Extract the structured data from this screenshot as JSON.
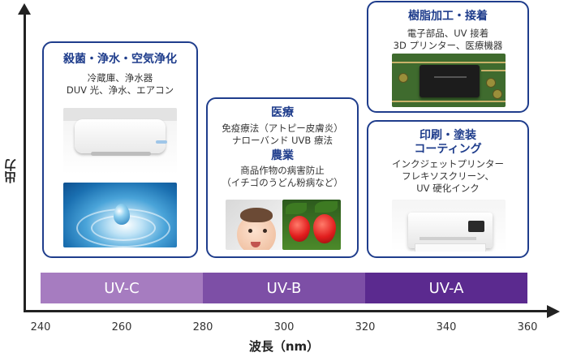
{
  "axes": {
    "ylabel": "出力",
    "xlabel": "波長（nm）",
    "ticks": [
      "240",
      "260",
      "280",
      "300",
      "320",
      "340",
      "360"
    ]
  },
  "bands": [
    {
      "label": "UV-C",
      "range": [
        240,
        280
      ],
      "color": "#a67cc0"
    },
    {
      "label": "UV-B",
      "range": [
        280,
        320
      ],
      "color": "#7d4fa6"
    },
    {
      "label": "UV-A",
      "range": [
        320,
        360
      ],
      "color": "#5b2a8f"
    }
  ],
  "cards": {
    "uvc": {
      "title": "殺菌・浄水・空気浄化",
      "lines": [
        "冷蔵庫、浄水器",
        "DUV 光、浄水、エアコン"
      ],
      "images": [
        "air-conditioner-photo",
        "water-drop-photo"
      ]
    },
    "uvb": {
      "title1": "医療",
      "lines1": [
        "免疫療法（アトピー皮膚炎）",
        "ナローバンド UVB 療法"
      ],
      "title2": "農業",
      "lines2": [
        "商品作物の病害防止",
        "（イチゴのうどん粉病など）"
      ],
      "images": [
        "baby-photo",
        "strawberry-photo"
      ]
    },
    "resin": {
      "title": "樹脂加工・接着",
      "lines": [
        "電子部品、UV 接着",
        "3D プリンター、医療機器"
      ],
      "images": [
        "circuit-board-photo"
      ]
    },
    "print": {
      "title_lines": [
        "印刷・塗装",
        "コーティング"
      ],
      "lines": [
        "インクジェットプリンター",
        "フレキソスクリーン、",
        "UV 硬化インク"
      ],
      "images": [
        "printer-photo"
      ]
    }
  },
  "colors": {
    "card_border": "#1f3d8c",
    "title": "#1f3d8c"
  }
}
